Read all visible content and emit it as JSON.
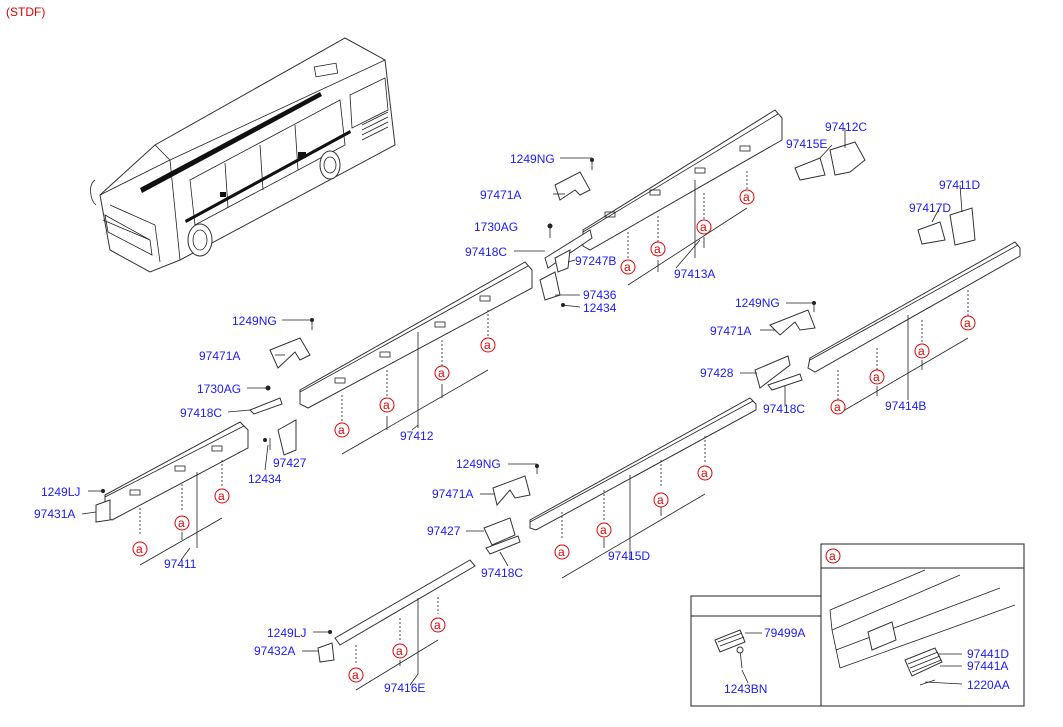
{
  "header": {
    "variant": "(STDF)"
  },
  "callout_symbol": "a",
  "labels": {
    "l_1249NG_a": "1249NG",
    "l_97471A_a": "97471A",
    "l_1730AG_a": "1730AG",
    "l_97418C_a": "97418C",
    "l_97247B": "97247B",
    "l_97436": "97436",
    "l_12434_a": "12434",
    "l_97413A": "97413A",
    "l_97412C": "97412C",
    "l_97415E": "97415E",
    "l_97411D": "97411D",
    "l_97417D": "97417D",
    "l_1249NG_b": "1249NG",
    "l_97471A_b": "97471A",
    "l_1730AG_b": "1730AG",
    "l_97418C_b": "97418C",
    "l_97427_a": "97427",
    "l_12434_b": "12434",
    "l_97412": "97412",
    "l_1249LJ_a": "1249LJ",
    "l_97431A": "97431A",
    "l_97411": "97411",
    "l_1249NG_c": "1249NG",
    "l_97471A_c": "97471A",
    "l_97428": "97428",
    "l_97418C_c": "97418C",
    "l_97414B": "97414B",
    "l_1249NG_d": "1249NG",
    "l_97471A_d": "97471A",
    "l_97427_b": "97427",
    "l_97418C_d": "97418C",
    "l_97415D": "97415D",
    "l_1249LJ_b": "1249LJ",
    "l_97432A": "97432A",
    "l_97416E": "97416E",
    "l_79499A": "79499A",
    "l_1243BN": "1243BN",
    "l_97441D": "97441D",
    "l_97441A": "97441A",
    "l_1220AA": "1220AA"
  },
  "colors": {
    "part_label": "#1a1aff",
    "callout": "#e00000",
    "line": "#222222"
  }
}
